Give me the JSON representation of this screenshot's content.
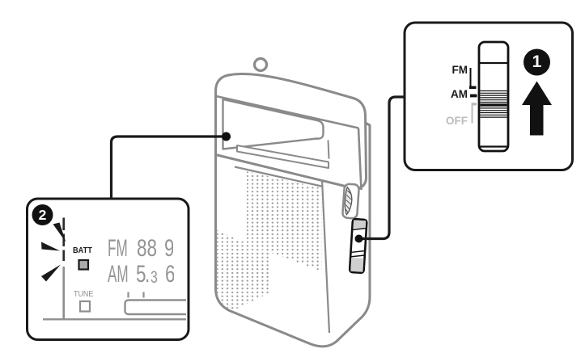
{
  "colors": {
    "line_art_gray": "#8a8a8a",
    "display_gray": "#949494",
    "ink_black": "#1a1a1a",
    "off_label_gray": "#bcbcbc",
    "shade_gray": "#cfcfcf"
  },
  "icons": {
    "step1_arrow": "up-arrow",
    "step2_flash_marks": "flash-marks",
    "strap_hole": "strap-loop"
  },
  "callout_1": {
    "badge_number": "1",
    "switch": {
      "fm_label": "FM",
      "am_label": "AM",
      "off_label": "OFF"
    }
  },
  "callout_2": {
    "badge_number": "2",
    "display": {
      "batt_label": "BATT",
      "tune_label": "TUNE",
      "fm_row": {
        "band": "FM",
        "freq_a": "88",
        "freq_b_partial": "9"
      },
      "am_row": {
        "band": "AM",
        "freq_a": "5",
        "decimal": ".",
        "freq_a_small": "3",
        "freq_b_partial": "6"
      }
    }
  }
}
